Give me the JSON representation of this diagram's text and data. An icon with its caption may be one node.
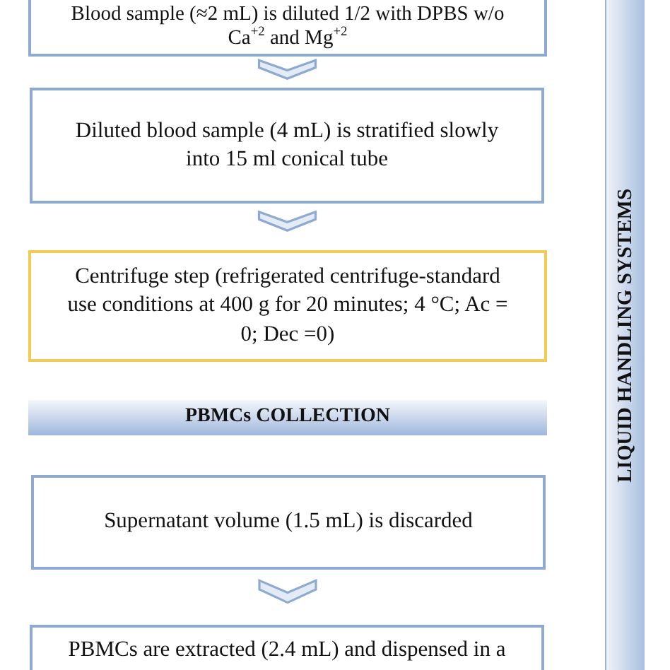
{
  "diagram": {
    "nodes": [
      {
        "text": [
          "Blood sample (≈2 mL) is diluted 1/2 with DPBS w/o Ca$^{+2}$ and Mg$^{+2}$"
        ]
      },
      {
        "text": [
          "Diluted blood sample (4 mL) is stratified slowly into 15 ml conical tube"
        ]
      },
      {
        "text": [
          "Centrifuge step (refrigerated centrifuge-standard use conditions at 400 g for 20 minutes; 4 °C; Ac = 0; Dec =0)"
        ]
      },
      {
        "text": [
          "PBMCs COLLECTION"
        ]
      },
      {
        "text": [
          "Supernatant volume (1.5 mL) is discarded"
        ]
      },
      {
        "text": [
          "PBMCs are extracted (2.4 mL) and dispensed in a"
        ]
      },
      {
        "text": [
          "LIQUID HANDLING SYSTEMS"
        ]
      }
    ],
    "edges": [
      {
        "from": 0,
        "to": 1,
        "arrow": "to"
      },
      {
        "from": 1,
        "to": 2,
        "arrow": "to"
      },
      {
        "from": 4,
        "to": 5,
        "arrow": "to"
      }
    ]
  }
}
